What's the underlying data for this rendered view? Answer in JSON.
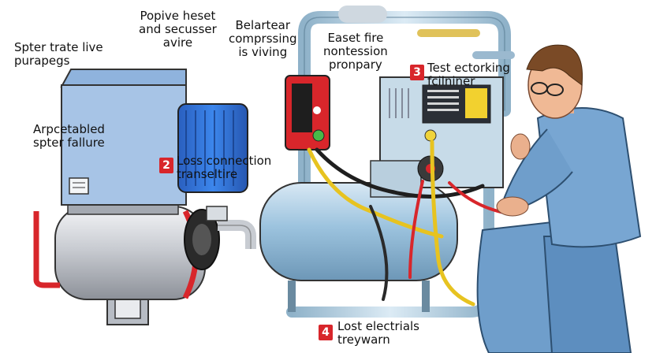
{
  "colors": {
    "red": "#d8262b",
    "pipe_blue": "#b9d4e6",
    "tank_blue": "#9cc3de",
    "motor_blue": "#2f6fd6",
    "wire_yellow": "#e7c320",
    "worker_blue": "#6f9ecb"
  },
  "labels": {
    "top_left": "Spter trate live\npurapegs",
    "top_center": "Popive heset\nand secusser\navire",
    "top_switch": "Belartear\ncomprssing\nis viving",
    "top_tank": "Easet fire\nnontession\npronpary",
    "mid_left": "Arpcetabled\nspter fallure",
    "item2": "Loss connection\ntranseltire",
    "item3": "Test ectorking\nfcilniner",
    "item4": "Lost electrials\ntreywarn"
  },
  "badges": {
    "b2": "2",
    "b3": "3",
    "b4": "4"
  },
  "icons": {
    "pressure_switch": "pressure-switch-icon",
    "control_panel": "control-panel-icon",
    "motor": "electric-motor-icon",
    "worker": "technician-icon"
  }
}
